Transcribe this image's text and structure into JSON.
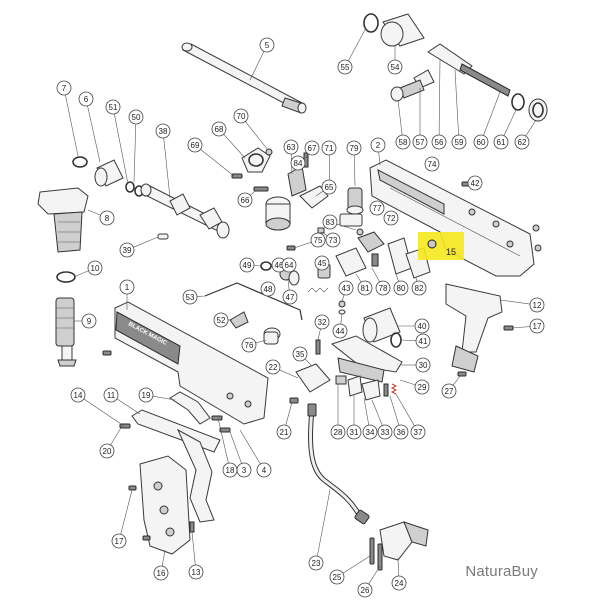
{
  "watermark": "NaturaBuy",
  "highlighted_part": "15",
  "callouts": [
    "1",
    "2",
    "3",
    "4",
    "5",
    "6",
    "7",
    "8",
    "9",
    "10",
    "11",
    "12",
    "13",
    "14",
    "15",
    "16",
    "17",
    "17",
    "18",
    "19",
    "20",
    "21",
    "22",
    "23",
    "24",
    "25",
    "26",
    "27",
    "28",
    "29",
    "30",
    "31",
    "32",
    "33",
    "34",
    "35",
    "36",
    "37",
    "38",
    "39",
    "40",
    "41",
    "42",
    "43",
    "44",
    "45",
    "46",
    "47",
    "48",
    "49",
    "50",
    "51",
    "52",
    "53",
    "54",
    "55",
    "56",
    "57",
    "58",
    "59",
    "60",
    "61",
    "62",
    "63",
    "64",
    "65",
    "66",
    "67",
    "68",
    "69",
    "70",
    "71",
    "72",
    "73",
    "74",
    "75",
    "76",
    "77",
    "78",
    "79",
    "80",
    "81",
    "82",
    "83",
    "84"
  ],
  "colors": {
    "highlight": "#f5e81c",
    "line": "#3a3a3a",
    "watermark": "#7a7a7a"
  }
}
